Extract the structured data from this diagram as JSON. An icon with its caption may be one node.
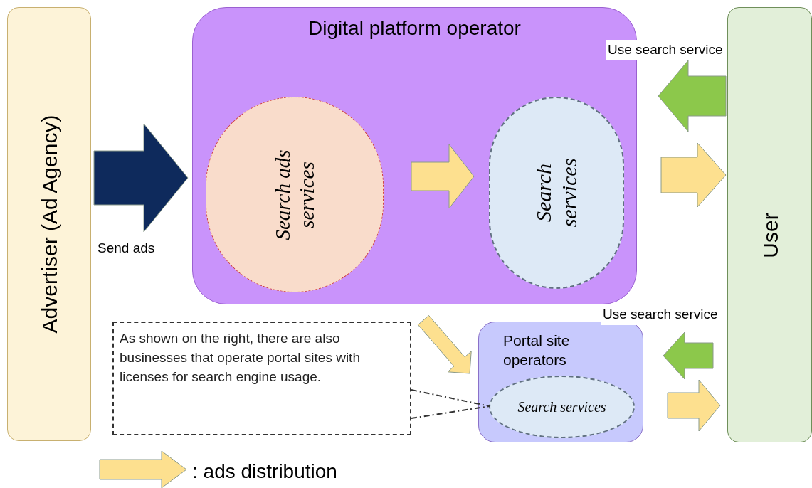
{
  "diagram": {
    "nodes": [
      {
        "text": [
          "Advertiser (Ad Agency)"
        ]
      },
      {
        "text": [
          "Digital platform operator"
        ]
      },
      {
        "text": [
          "Search ads services"
        ],
        "in": 1
      },
      {
        "text": [
          "Search services"
        ],
        "in": 1
      },
      {
        "text": [
          "User"
        ]
      },
      {
        "text": [
          "Portal site operators"
        ]
      },
      {
        "text": [
          "Search services"
        ],
        "in": 5
      },
      {
        "text": [
          "As shown on the right, there are also businesses that operate portal sites with licenses for search engine usage."
        ]
      }
    ],
    "edges": [
      {
        "from": 0,
        "to": 1,
        "arrow": "to",
        "label": "Send ads",
        "color": "#0e2a5c"
      },
      {
        "from": 2,
        "to": 3,
        "arrow": "to"
      },
      {
        "from": 4,
        "to": 1,
        "arrow": "to",
        "label": "Use search service",
        "color": "#8cc84b"
      },
      {
        "from": 1,
        "to": 4,
        "arrow": "to"
      },
      {
        "from": 1,
        "to": 5,
        "arrow": "to"
      },
      {
        "from": 4,
        "to": 5,
        "arrow": "to",
        "label": "Use search service",
        "color": "#8cc84b"
      },
      {
        "from": 5,
        "to": 4,
        "arrow": "to"
      },
      {
        "from": 7,
        "to": 6,
        "arrow": "none",
        "style": "dashed",
        "color": "#333333"
      }
    ],
    "legend": [
      {
        "text": ": ads distribution"
      }
    ]
  }
}
